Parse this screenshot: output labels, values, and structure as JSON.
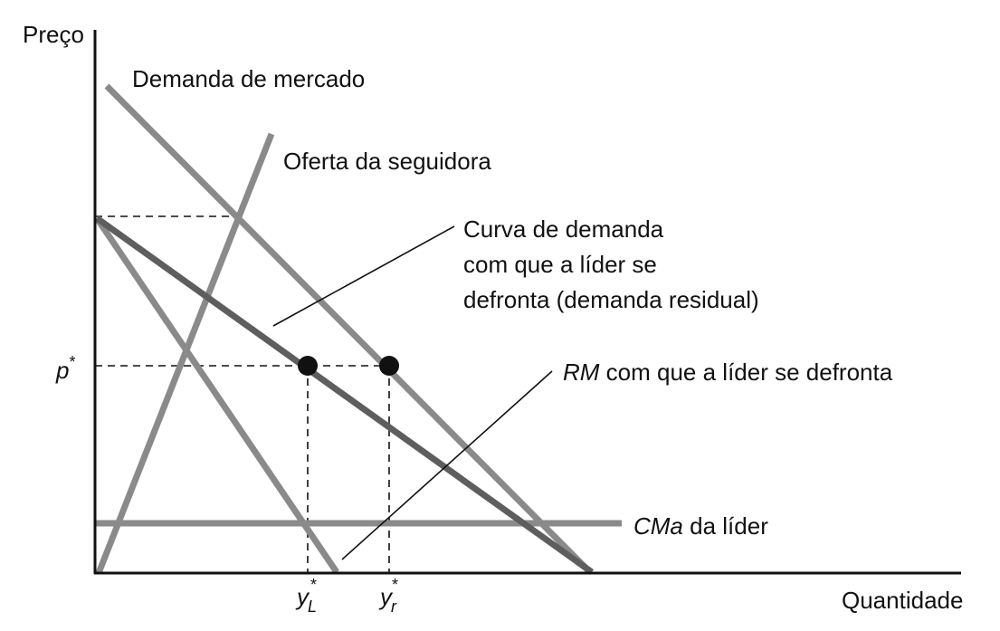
{
  "axes": {
    "y_label": "Preço",
    "x_label": "Quantidade",
    "p_label": "p",
    "p_star": "*",
    "yL_base": "y",
    "yL_sub": "L",
    "yL_star": "*",
    "yr_base": "y",
    "yr_sub": "r",
    "yr_star": "*"
  },
  "labels": {
    "market_demand": "Demanda de mercado",
    "follower_supply": "Oferta da seguidora",
    "residual_line1": "Curva de demanda",
    "residual_line2": "com que a líder se",
    "residual_line3": "defronta (demanda residual)",
    "mr_italic": "RM",
    "mr_rest": " com que a líder se defronta",
    "mc_italic": "CMa",
    "mc_rest": " da líder"
  },
  "colors": {
    "axis": "#111111",
    "light_curve": "#8a8a8a",
    "dark_curve": "#5e5e5e",
    "dashed": "#111111",
    "point": "#111111"
  }
}
